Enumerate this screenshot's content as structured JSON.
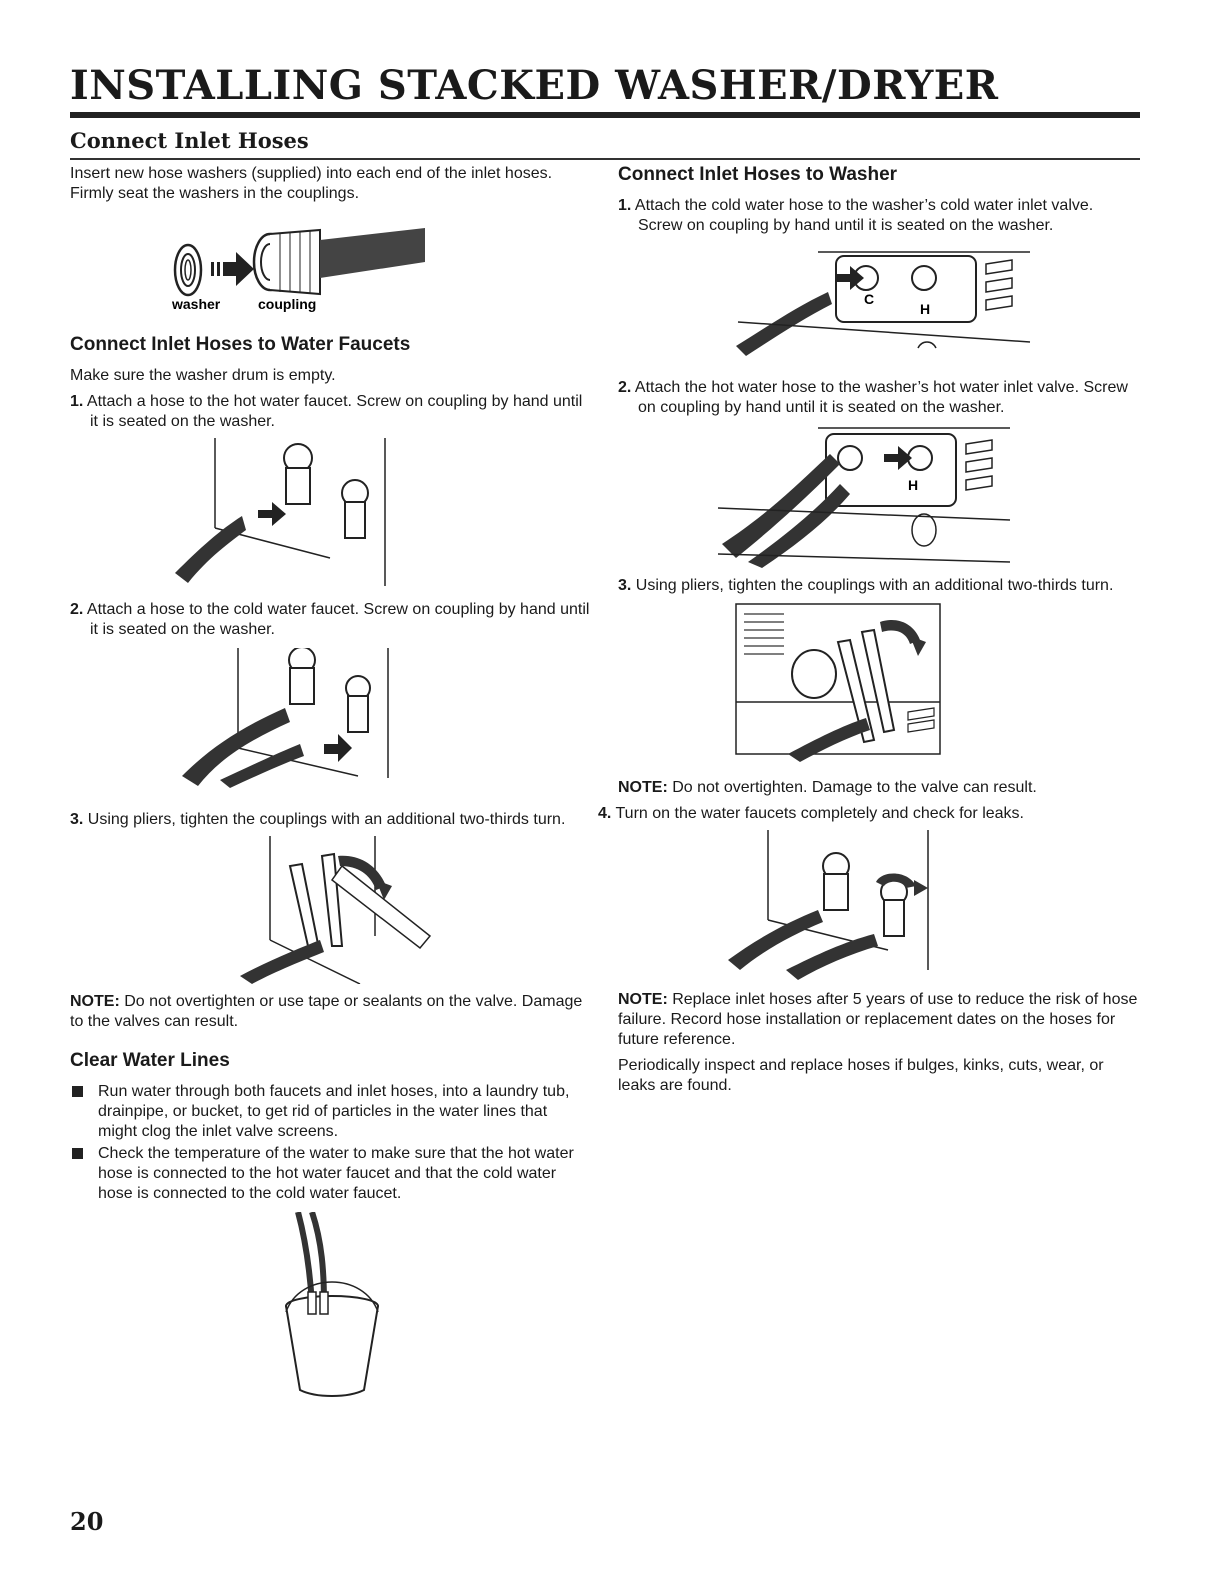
{
  "page": {
    "title": "INSTALLING STACKED WASHER/DRYER",
    "page_number": "20"
  },
  "section": {
    "heading": "Connect Inlet Hoses",
    "intro": "Insert new hose washers (supplied) into each end of the inlet hoses. Firmly seat the washers in the couplings.",
    "diagram_labels": {
      "washer": "washer",
      "coupling": "coupling"
    }
  },
  "faucets": {
    "heading": "Connect Inlet Hoses to Water Faucets",
    "intro": "Make sure the washer drum is empty.",
    "steps": [
      {
        "num": "1.",
        "text": "Attach a hose to the hot water faucet. Screw on coupling by hand until it is seated on the washer."
      },
      {
        "num": "2.",
        "text": "Attach a hose to the cold water faucet. Screw on coupling by hand until it is seated on the washer."
      },
      {
        "num": "3.",
        "text": "Using pliers, tighten the couplings with an additional two-thirds turn."
      }
    ],
    "note_label": "NOTE:",
    "note_text": " Do not overtighten or use tape or sealants on the valve. Damage to the valves can result."
  },
  "clear_lines": {
    "heading": "Clear Water Lines",
    "bullets": [
      "Run water through both faucets and inlet hoses, into a laundry tub, drainpipe, or bucket, to get rid of particles in the water lines that might clog the inlet valve screens.",
      "Check the temperature of the water to make sure that the hot water hose is connected to the hot water faucet and that the cold water hose is connected to the cold water faucet."
    ]
  },
  "washer_connect": {
    "heading": "Connect Inlet Hoses to Washer",
    "steps": [
      {
        "num": "1.",
        "text": "Attach the cold water hose to the washer’s cold water inlet valve. Screw on coupling by hand until it is seated on the washer."
      },
      {
        "num": "2.",
        "text": "Attach the hot water hose to the washer’s hot water inlet valve. Screw on coupling by hand until it is seated on the washer."
      },
      {
        "num": "3.",
        "text": "Using pliers, tighten the couplings with an additional two-thirds turn."
      },
      {
        "num": "4.",
        "text": "Turn on the water faucets completely and check for leaks."
      }
    ],
    "valve_labels": {
      "cold": "C",
      "hot": "H"
    },
    "note1_label": "NOTE:",
    "note1_text": " Do not overtighten. Damage to the valve can result.",
    "note2_label": "NOTE:",
    "note2_text": " Replace inlet hoses after 5 years of use to reduce the risk of hose failure. Record hose installation or replacement dates on the hoses for future reference.",
    "closing": "Periodically inspect and replace hoses if bulges, kinks, cuts, wear, or leaks are found."
  }
}
